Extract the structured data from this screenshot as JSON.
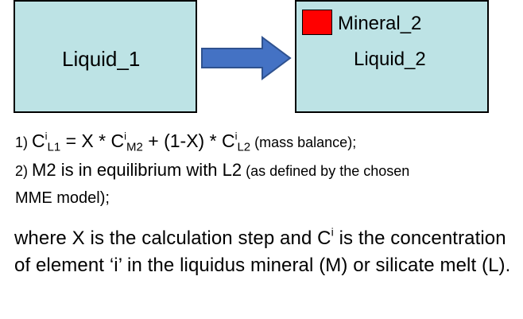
{
  "diagram": {
    "left_box": {
      "label": "Liquid_1",
      "color": "#bde3e5"
    },
    "right_box": {
      "mineral_label": "Mineral_2",
      "liquid_label": "Liquid_2",
      "color": "#bde3e5",
      "mineral_color": "#ff0000"
    },
    "arrow_color": "#4472c4"
  },
  "equations": {
    "line1": {
      "number": "1) ",
      "c1": "C",
      "c1_sup": "i",
      "c1_sub": "L1",
      "eq_part": " = X * ",
      "c2": "C",
      "c2_sup": "i",
      "c2_sub": "M2",
      "plus_part": " + (1-X) * ",
      "c3": "C",
      "c3_sup": "i",
      "c3_sub": "L2",
      "note": " (mass balance);"
    },
    "line2": {
      "number": "2) ",
      "main": "M2 is in equilibrium with L2",
      "note": " (as defined by the chosen"
    },
    "line3": {
      "text": "MME model);"
    }
  },
  "note": {
    "part1": "where X is the calculation step and C",
    "sup": "i",
    "part2": " is the concentration of element ‘i’ in the liquidus mineral (M) or silicate melt (L)."
  }
}
